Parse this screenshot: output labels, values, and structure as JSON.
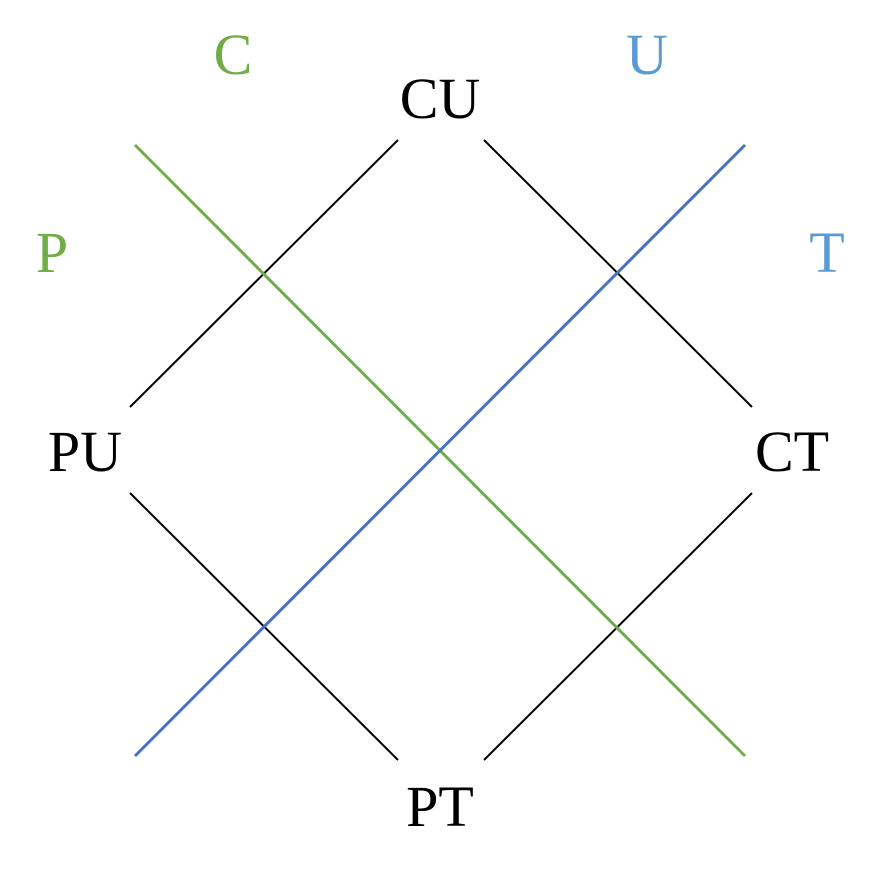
{
  "colors": {
    "edge": "#000000",
    "green_axis": "#70ad47",
    "blue_axis": "#4472c4",
    "green_label": "#70ad47",
    "blue_label": "#5b9bd5",
    "node_text": "#000000"
  },
  "nodes": {
    "top": "CU",
    "left": "PU",
    "right": "CT",
    "bottom": "PT"
  },
  "axis_labels": {
    "green_upper": "C",
    "green_lower": "P",
    "blue_upper": "U",
    "blue_lower": "T"
  }
}
